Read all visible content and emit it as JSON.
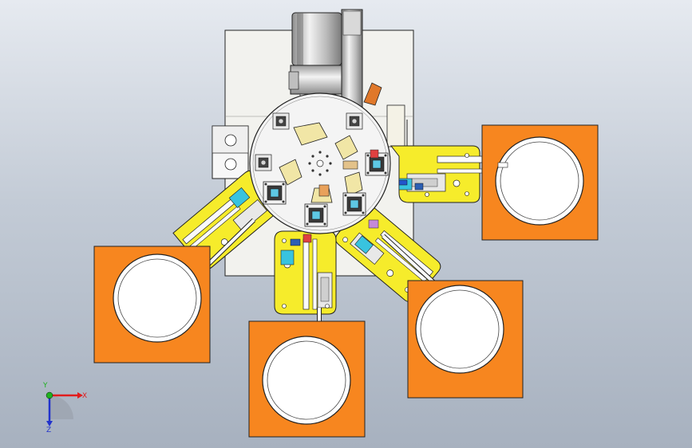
{
  "viewport": {
    "background_top": "#e6eaf0",
    "background_bottom": "#a7b1bf"
  },
  "colors": {
    "bowl_frame": "#f7861f",
    "fixture_plate": "#f6ec2b",
    "base_plate": "#f2f2ee",
    "turntable": "#f4f4f4",
    "turntable_cutout": "#f1e6a6",
    "module_blue": "#38c3df",
    "outline": "#222222"
  },
  "triad": {
    "x_label": "X",
    "y_label": "Y",
    "z_label": "Z",
    "x_color": "#e11d1d",
    "y_color": "#1fb21f",
    "z_color": "#2233cc"
  },
  "stations": [
    {
      "name": "station-east",
      "bowl": "vibratory-bowl-east"
    },
    {
      "name": "station-south-east",
      "bowl": "vibratory-bowl-south-east"
    },
    {
      "name": "station-south",
      "bowl": "vibratory-bowl-south"
    },
    {
      "name": "station-south-west",
      "bowl": "vibratory-bowl-south-west"
    }
  ]
}
